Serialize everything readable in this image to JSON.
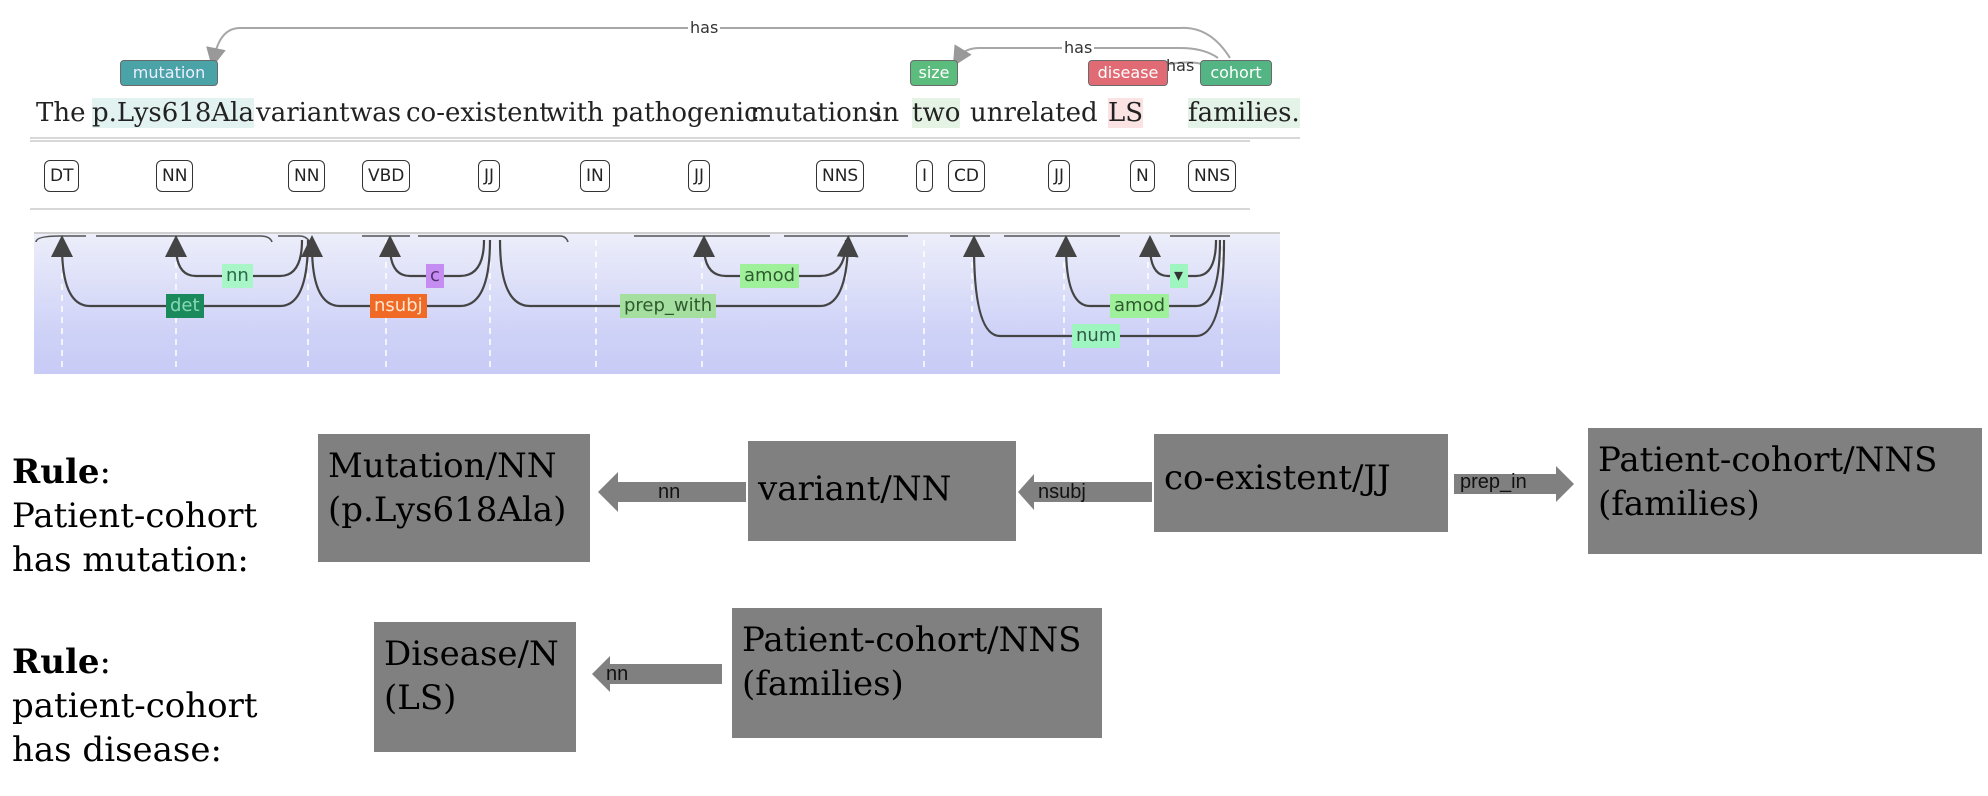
{
  "sentence": {
    "words": [
      "The",
      "p.Lys618Ala",
      "variant",
      "was",
      "co-existent",
      "with",
      "pathogenic",
      "mutations",
      "in",
      "two",
      "unrelated",
      "LS",
      "families."
    ],
    "entities": {
      "mutation": "mutation",
      "size": "size",
      "disease": "disease",
      "cohort": "cohort"
    },
    "relations": {
      "has_top": "has",
      "has_mid": "has",
      "has_small": "has"
    }
  },
  "pos_tags": [
    "DT",
    "NN",
    "NN",
    "VBD",
    "JJ",
    "IN",
    "JJ",
    "NNS",
    "I",
    "CD",
    "JJ",
    "N",
    "NNS"
  ],
  "dependencies": {
    "nn_1": "nn",
    "det": "det",
    "c": "c",
    "nsubj": "nsubj",
    "amod_1": "amod",
    "prep_with": "prep_with",
    "amod_2": "amod",
    "num": "num"
  },
  "colors": {
    "nn": "#a8f5c8",
    "det": "#1a8a5c",
    "c": "#c58df2",
    "nsubj": "#f06a26",
    "amod": "#9ff09a",
    "prep_with": "#a4dfa0",
    "num": "#9ff5bf",
    "box": "#808080"
  },
  "rules": [
    {
      "label_bold": "Rule",
      "label_rest": ":",
      "label_line2": "Patient-cohort",
      "label_line3": "has mutation:",
      "nodes": [
        {
          "line1": "Mutation/NN",
          "line2": "(p.Lys618Ala)"
        },
        {
          "line1": "variant/NN",
          "line2": ""
        },
        {
          "line1": "co-existent/JJ",
          "line2": ""
        },
        {
          "line1": "Patient-cohort/NNS",
          "line2": "(families)"
        }
      ],
      "edges": [
        "nn",
        "nsubj",
        "prep_in"
      ]
    },
    {
      "label_bold": "Rule",
      "label_rest": ":",
      "label_line2": "patient-cohort",
      "label_line3": "has disease:",
      "nodes": [
        {
          "line1": "Disease/N",
          "line2": "(LS)"
        },
        {
          "line1": "Patient-cohort/NNS",
          "line2": "(families)"
        }
      ],
      "edges": [
        "nn"
      ]
    }
  ]
}
